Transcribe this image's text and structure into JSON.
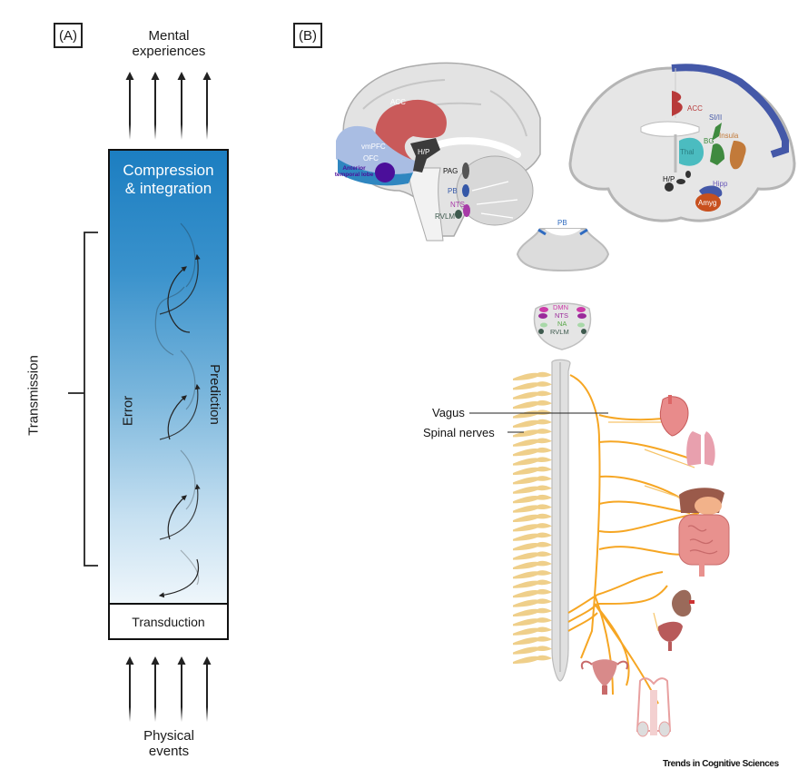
{
  "panel_a": {
    "label": "(A)",
    "top_label_line1": "Mental",
    "top_label_line2": "experiences",
    "box_title_line1": "Compression",
    "box_title_line2": "& integration",
    "error_label": "Error",
    "prediction_label": "Prediction",
    "transduction_label": "Transduction",
    "bracket_label": "Transmission",
    "bottom_label_line1": "Physical",
    "bottom_label_line2": "events",
    "colors": {
      "gradient_top": "#1c7ec1",
      "gradient_bottom": "#ffffff",
      "border": "#111111"
    }
  },
  "panel_b": {
    "label": "(B)",
    "sagittal_brain": {
      "regions": [
        {
          "label": "ACC",
          "color": "#c95a5a"
        },
        {
          "label": "vmPFC",
          "color": "#a9bde3"
        },
        {
          "label": "OFC",
          "color": "#2f86c0"
        },
        {
          "label": "Anterior temporal lobe",
          "color": "#4b0f9a"
        },
        {
          "label": "H/P",
          "color": "#3b3b3b"
        },
        {
          "label": "PAG",
          "color": "#555555"
        },
        {
          "label": "PB",
          "color": "#3558a8"
        },
        {
          "label": "NTS",
          "color": "#a83aa8"
        },
        {
          "label": "RVLM",
          "color": "#3e5a4e"
        }
      ]
    },
    "coronal_brain": {
      "regions": [
        {
          "label": "ACC",
          "color": "#b83a3a"
        },
        {
          "label": "SI/II",
          "color": "#4458a8"
        },
        {
          "label": "BG",
          "color": "#3f8a3f"
        },
        {
          "label": "Insula",
          "color": "#c27a3a"
        },
        {
          "label": "Thal",
          "color": "#4bbcc0"
        },
        {
          "label": "H/P",
          "color": "#333333"
        },
        {
          "label": "Hipp",
          "color": "#6a5ab8"
        },
        {
          "label": "Amyg",
          "color": "#c8501e"
        }
      ]
    },
    "pons_section": {
      "regions": [
        {
          "label": "PB",
          "color": "#2f6bc0"
        }
      ]
    },
    "medulla_section": {
      "regions": [
        {
          "label": "DMN",
          "color": "#cc3aa8"
        },
        {
          "label": "NTS",
          "color": "#9a2a9a"
        },
        {
          "label": "NA",
          "color": "#5aa84a"
        },
        {
          "label": "RVLM",
          "color": "#3e5a4e"
        }
      ]
    },
    "callouts": {
      "vagus": "Vagus",
      "spinal_nerves": "Spinal nerves"
    },
    "organs": [
      "heart",
      "lungs",
      "liver-stomach-intestines",
      "kidney",
      "bladder",
      "uterus",
      "male-reproductive"
    ],
    "colors": {
      "nerve": "#f6a623",
      "spinal_nerve": "#efcf8a",
      "spinal_cord": "#e0e0e0"
    }
  },
  "credit": "Trends in Cognitive Sciences"
}
